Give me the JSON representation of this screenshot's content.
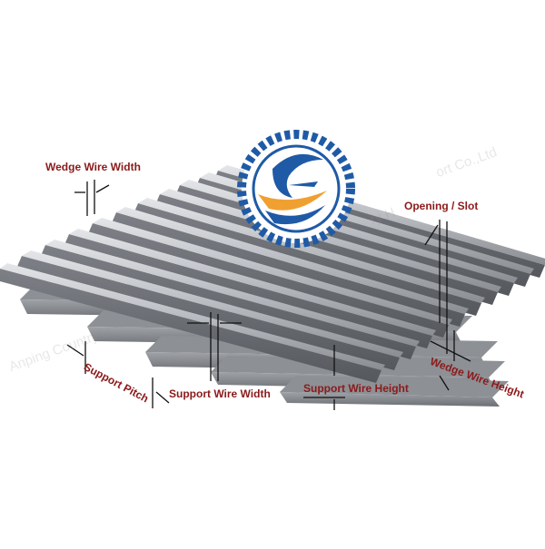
{
  "labels": {
    "wedge_wire_width": "Wedge Wire Width",
    "opening_slot": "Opening / Slot",
    "support_pitch": "Support Pitch",
    "support_wire_width": "Support Wire Width",
    "support_wire_height": "Support Wire Height",
    "wedge_wire_height": "Wedge Wire Height"
  },
  "watermarks": {
    "left": "Anping Country H",
    "right": "ort Co.,Ltd",
    "middle": "ry H"
  },
  "colors": {
    "label_text": "#8b1a1a",
    "logo_blue": "#1f5aa6",
    "logo_orange": "#f0a030",
    "metal_light": "#c9cbcf",
    "metal_dark": "#6f7277"
  }
}
